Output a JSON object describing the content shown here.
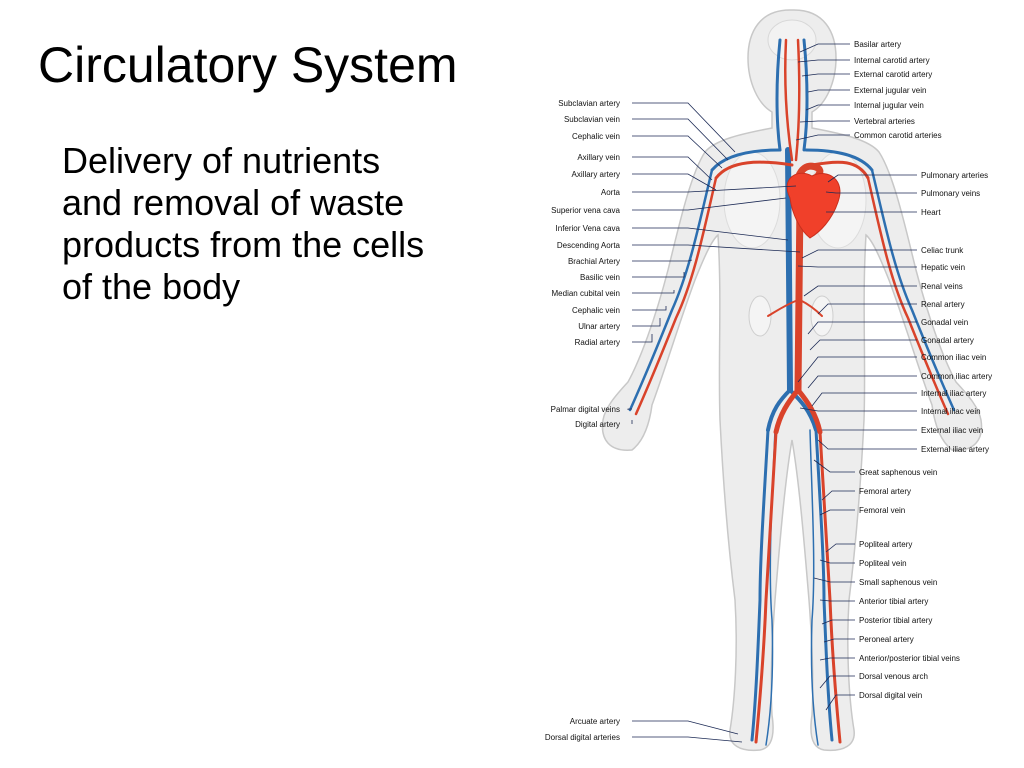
{
  "slide": {
    "title": "Circulatory System",
    "body_lines": [
      "Delivery of nutrients",
      "and removal of waste",
      "products from the cells",
      "of the body"
    ]
  },
  "colors": {
    "artery": "#d9432b",
    "vein": "#2d6fb0",
    "heart": "#f0402a",
    "body_fill": "#ededed",
    "body_outline": "#c8c8c8",
    "leader_line": "#1c2a55"
  },
  "diagram": {
    "left_labels": [
      "Subclavian artery",
      "Subclavian vein",
      "Cephalic vein",
      "Axillary vein",
      "Axillary artery",
      "Aorta",
      "Superior vena cava",
      "Inferior Vena cava",
      "Descending Aorta",
      "Brachial Artery",
      "Basilic vein",
      "Median cubital vein",
      "Cephalic vein",
      "Ulnar artery",
      "Radial artery",
      "Palmar digital veins",
      "Digital artery",
      "Arcuate artery",
      "Dorsal digital arteries"
    ],
    "right_labels": [
      "Basilar artery",
      "Internal carotid artery",
      "External carotid artery",
      "External jugular vein",
      "Internal jugular vein",
      "Vertebral arteries",
      "Common carotid arteries",
      "Pulmonary arteries",
      "Pulmonary veins",
      "Heart",
      "Celiac trunk",
      "Hepatic vein",
      "Renal veins",
      "Renal artery",
      "Gonadal vein",
      "Gonadal artery",
      "Common iliac vein",
      "Common iliac artery",
      "Internal iliac artery",
      "Internal iliac vein",
      "External iliac vein",
      "External iliac artery",
      "Great saphenous vein",
      "Femoral artery",
      "Femoral vein",
      "Popliteal artery",
      "Popliteal vein",
      "Small saphenous vein",
      "Anterior tibial artery",
      "Posterior tibial artery",
      "Peroneal artery",
      "Anterior/posterior tibial veins",
      "Dorsal venous arch",
      "Dorsal digital vein"
    ]
  }
}
